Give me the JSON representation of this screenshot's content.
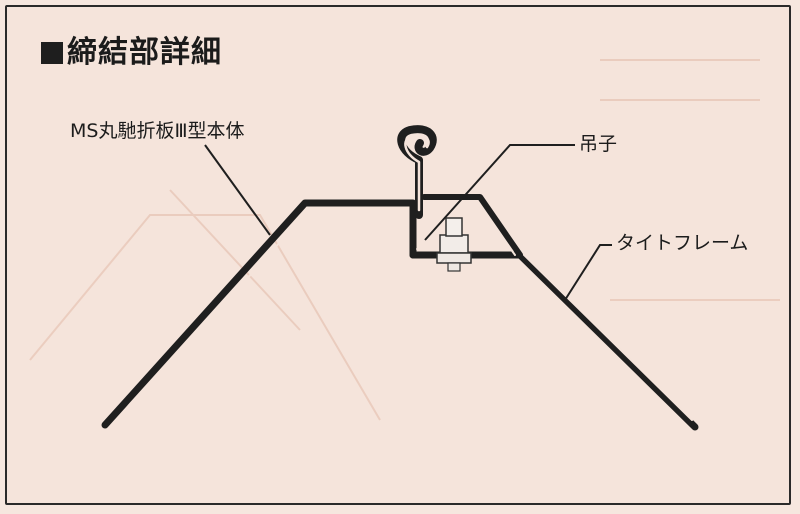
{
  "figure": {
    "title": "締結部詳細",
    "labels": {
      "main_body": "MS丸馳折板Ⅲ型本体",
      "hanger": "吊子",
      "tie_frame": "タイトフレーム"
    }
  },
  "colors": {
    "background": "#f5e4db",
    "line": "#2a2a2a",
    "faint_lines": "#e8c9bb"
  }
}
